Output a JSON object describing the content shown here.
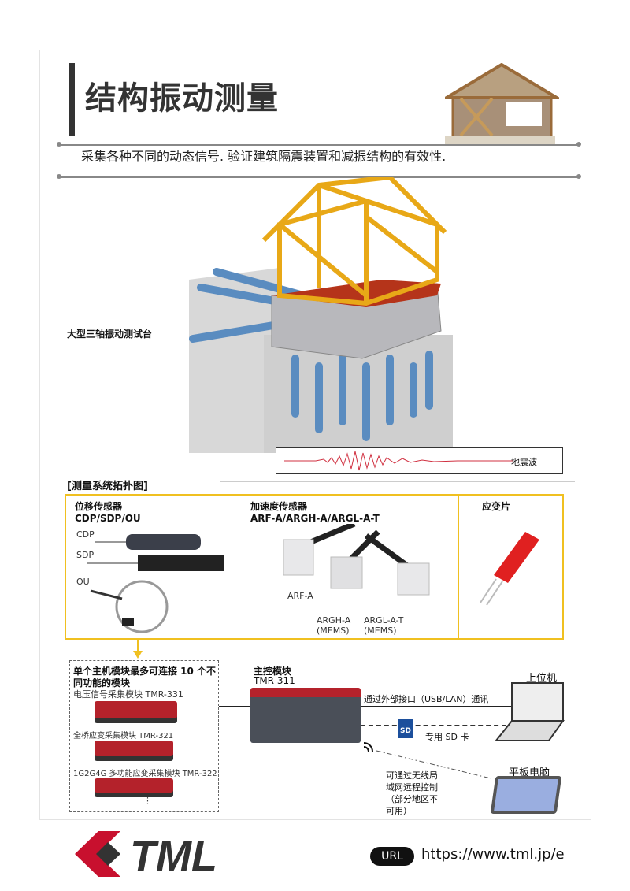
{
  "header": {
    "title": "结构振动测量",
    "subtitle": "采集各种不同的动态信号. 验证建筑隔震装置和减振结构的有效性."
  },
  "illustration": {
    "shake_table_label": "大型三轴振动测试台",
    "wave_label": "地震波"
  },
  "topology": {
    "title": "[测量系统拓扑图]",
    "displacement": {
      "heading": "位移传感器",
      "models": "CDP/SDP/OU",
      "items": [
        "CDP",
        "SDP",
        "OU"
      ]
    },
    "acceleration": {
      "heading": "加速度传感器",
      "models": "ARF-A/ARGH-A/ARGL-A-T",
      "items": [
        "ARF-A",
        "ARGH-A",
        "(MEMS)",
        "ARGL-A-T",
        "(MEMS)"
      ]
    },
    "strain": {
      "heading": "应变片"
    },
    "modules": {
      "note_line1": "单个主机模块最多可连接 10 个不",
      "note_line2": "同功能的模块",
      "m1": "电压信号采集模块 TMR-331",
      "m2": "全桥应变采集模块 TMR-321",
      "m3": "1G2G4G 多功能应变采集模块 TMR-322",
      "more": "⋮"
    },
    "main": {
      "name": "主控模块",
      "model": "TMR-311"
    },
    "pc": {
      "label": "上位机",
      "comm": "通过外部接口（USB/LAN）通讯",
      "sd_icon": "SD",
      "sd": "专用 SD 卡"
    },
    "tablet": {
      "label": "平板电脑",
      "wireless": [
        "可通过无线局",
        "域网远程控制",
        "（部分地区不",
        "可用）"
      ]
    }
  },
  "footer": {
    "logo": "TML",
    "url_badge": "URL",
    "url": "https://www.tml.jp/e"
  },
  "colors": {
    "accent_yellow": "#f0c020",
    "module_red": "#b4222b",
    "logo_red": "#c8102e"
  }
}
